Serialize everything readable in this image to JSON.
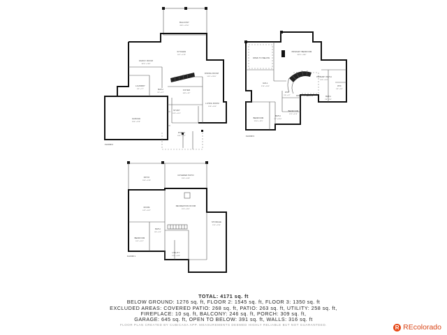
{
  "floor1": {
    "label": "FLOOR 2",
    "rooms": [
      {
        "id": "balcony",
        "name": "BALCONY",
        "dim": "28'8\" x 12'10\""
      },
      {
        "id": "family-room",
        "name": "FAMILY ROOM",
        "dim": "18'11\" x 15'8\""
      },
      {
        "id": "kitchen",
        "name": "KITCHEN",
        "dim": "16'7\" x 17'8\""
      },
      {
        "id": "dining-room",
        "name": "DINING ROOM",
        "dim": "14'4\" x 13'10\""
      },
      {
        "id": "laundry",
        "name": "LAUNDRY",
        "dim": "8'2\" x 7'7\""
      },
      {
        "id": "bath-1",
        "name": "BATH",
        "dim": "5'3\" x 5'7\""
      },
      {
        "id": "foyer",
        "name": "FOYER",
        "dim": "10'8\" x 9'2\""
      },
      {
        "id": "living-room",
        "name": "LIVING ROOM",
        "dim": "14'4\" x 16'0\""
      },
      {
        "id": "garage",
        "name": "GARAGE",
        "dim": "29'4\" x 21'8\""
      },
      {
        "id": "study",
        "name": "STUDY",
        "dim": "12'3\" x 11'2\""
      },
      {
        "id": "porch",
        "name": "PORCH",
        "dim": "16'3\" x 10'7\""
      }
    ]
  },
  "floor2": {
    "label": "FLOOR 3",
    "rooms": [
      {
        "id": "open-to-below-1",
        "name": "OPEN TO BELOW",
        "dim": ""
      },
      {
        "id": "primary-bedroom",
        "name": "PRIMARY BEDROOM",
        "dim": "18'11\" x 18'0\""
      },
      {
        "id": "primary-bath",
        "name": "PRIMARY BATH",
        "dim": "14'3\" x 10'1\""
      },
      {
        "id": "hall",
        "name": "HALL",
        "dim": "3'10\" x 16'0\""
      },
      {
        "id": "wic",
        "name": "WIC",
        "dim": "5'6\" x 4'7\""
      },
      {
        "id": "open-to-below-2",
        "name": "OPEN TO BELOW",
        "dim": ""
      },
      {
        "id": "bath-2",
        "name": "BATH",
        "dim": "9'8\" x 5'3\""
      },
      {
        "id": "bedroom-1",
        "name": "BEDROOM",
        "dim": "13'10\" x 11'5\""
      },
      {
        "id": "bath-3",
        "name": "BATH",
        "dim": "5'7\" x 8'10\""
      },
      {
        "id": "bedroom-2",
        "name": "BEDROOM",
        "dim": "12'1\" x 11'9\""
      },
      {
        "id": "wic-2",
        "name": "WIC",
        "dim": "6'3\" x 6'4\""
      }
    ]
  },
  "floor3": {
    "label": "FLOOR 1",
    "rooms": [
      {
        "id": "covered-patio",
        "name": "COVERED PATIO",
        "dim": "23'4\" x 10'8\""
      },
      {
        "id": "patio",
        "name": "PATIO",
        "dim": "20'0\" x 12'8\""
      },
      {
        "id": "room",
        "name": "ROOM",
        "dim": "14'2\" x 16'7\""
      },
      {
        "id": "recreation-room",
        "name": "RECREATION ROOM",
        "dim": "22'5\" x 25'1\""
      },
      {
        "id": "bath-4",
        "name": "BATH",
        "dim": "8'4\" x 5'3\""
      },
      {
        "id": "bedroom-3",
        "name": "BEDROOM",
        "dim": "13'1\" x 11'2\""
      },
      {
        "id": "utility",
        "name": "UTILITY",
        "dim": "13'9\" x 18'9\""
      },
      {
        "id": "storage",
        "name": "STORAGE",
        "dim": "12'4\" x 21'4\""
      }
    ]
  },
  "summary": {
    "total": "TOTAL: 4171 sq. ft",
    "lines": [
      "BELOW GROUND: 1276 sq. ft, FLOOR 2: 1545 sq. ft, FLOOR 3: 1350 sq. ft",
      "EXCLUDED AREAS: COVERED PATIO: 268 sq. ft, PATIO: 263 sq. ft, UTILITY: 258 sq. ft,",
      "FIREPLACE: 10 sq. ft, BALCONY: 246 sq. ft, PORCH: 309 sq. ft,",
      "GARAGE: 645 sq. ft, OPEN TO BELOW: 391 sq. ft, WALLS: 316 sq. ft"
    ]
  },
  "disclaimer": "FLOOR PLAN CREATED BY CUBICASA APP. MEASUREMENTS DEEMED HIGHLY RELIABLE BUT NOT GUARANTEED.",
  "brand": {
    "icon_letter": "R",
    "name": "REcolorado",
    "color": "#d84315"
  }
}
